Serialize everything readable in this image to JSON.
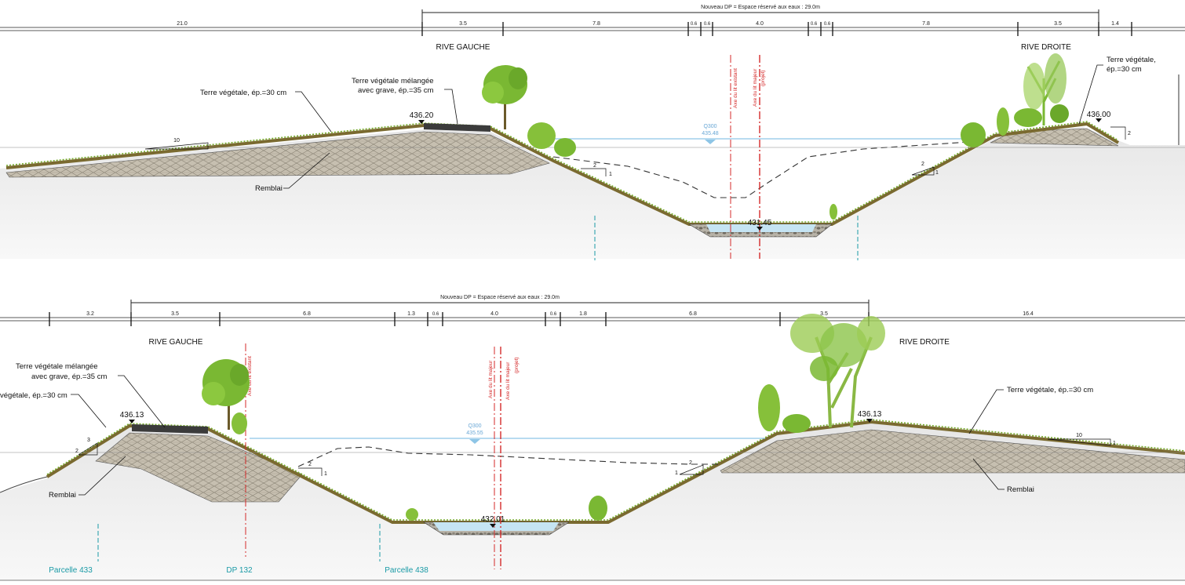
{
  "section_top": {
    "dp_title": "Nouveau DP = Espace réservé aux eaux : 29.0m",
    "dims": [
      "21.0",
      "3.5",
      "7.8",
      "0.6",
      "0.6",
      "4.0",
      "0.6",
      "0.6",
      "7.8",
      "3.5",
      "1.4"
    ],
    "rive_gauche": "RIVE GAUCHE",
    "rive_droite": "RIVE DROITE",
    "terre_left": "Terre végétale, ép.=30 cm",
    "terre_melangee_l1": "Terre végétale mélangée",
    "terre_melangee_l2": "avec grave, ép.=35 cm",
    "terre_right_l1": "Terre végétale,",
    "terre_right_l2": "ép.=30 cm",
    "elev_left": "436.20",
    "elev_right": "436.00",
    "elev_bed": "431.45",
    "q_label": "Q300",
    "q_value": "435.48",
    "remblai": "Remblai",
    "axis_existing": "Axe du lit existant",
    "axis_major_l1": "Axe du lit majeur",
    "axis_major_l2": "(projet)",
    "slope_10": "10",
    "slope_1": "1",
    "slope_2": "2"
  },
  "section_bottom": {
    "dp_title": "Nouveau DP = Espace réservé aux eaux : 29.0m",
    "dims": [
      "3.2",
      "3.5",
      "6.8",
      "1.3",
      "0.6",
      "4.0",
      "0.6",
      "1.8",
      "6.8",
      "3.5",
      "16.4"
    ],
    "rive_gauche": "RIVE GAUCHE",
    "rive_droite": "RIVE DROITE",
    "terre_melangee_l1": "Terre végétale mélangée",
    "terre_melangee_l2": "avec grave, ép.=35 cm",
    "terre_left_cut": "végétale, ép.=30 cm",
    "terre_right": "Terre végétale, ép.=30 cm",
    "elev_left": "436.13",
    "elev_right": "436.13",
    "elev_bed": "432.01",
    "q_label": "Q300",
    "q_value": "435.55",
    "remblai_left": "Remblai",
    "remblai_right": "Remblai",
    "axis_existing": "Axe du lit existant",
    "axis_major_l1": "Axe du lit majeur",
    "axis_major_l2": "(projet)",
    "parcelle_433": "Parcelle 433",
    "dp_132": "DP 132",
    "parcelle_438": "Parcelle 438",
    "slope_3": "3",
    "slope_2": "2",
    "slope_1": "1",
    "slope_10": "10"
  },
  "colors": {
    "soil": "#c9c2b4",
    "topsoil": "#8a7a3c",
    "grass": "#74a92a",
    "tree": "#7ab833",
    "ground_fill": "#f1f1f1",
    "water": "#c5e4f3",
    "water_line": "#8ec5e6",
    "axis_red": "#d42a2a",
    "parcel_teal": "#1a9aa6"
  },
  "icons": [
    "tree-icon",
    "bush-icon",
    "elevation-marker-icon",
    "water-level-marker-icon"
  ]
}
